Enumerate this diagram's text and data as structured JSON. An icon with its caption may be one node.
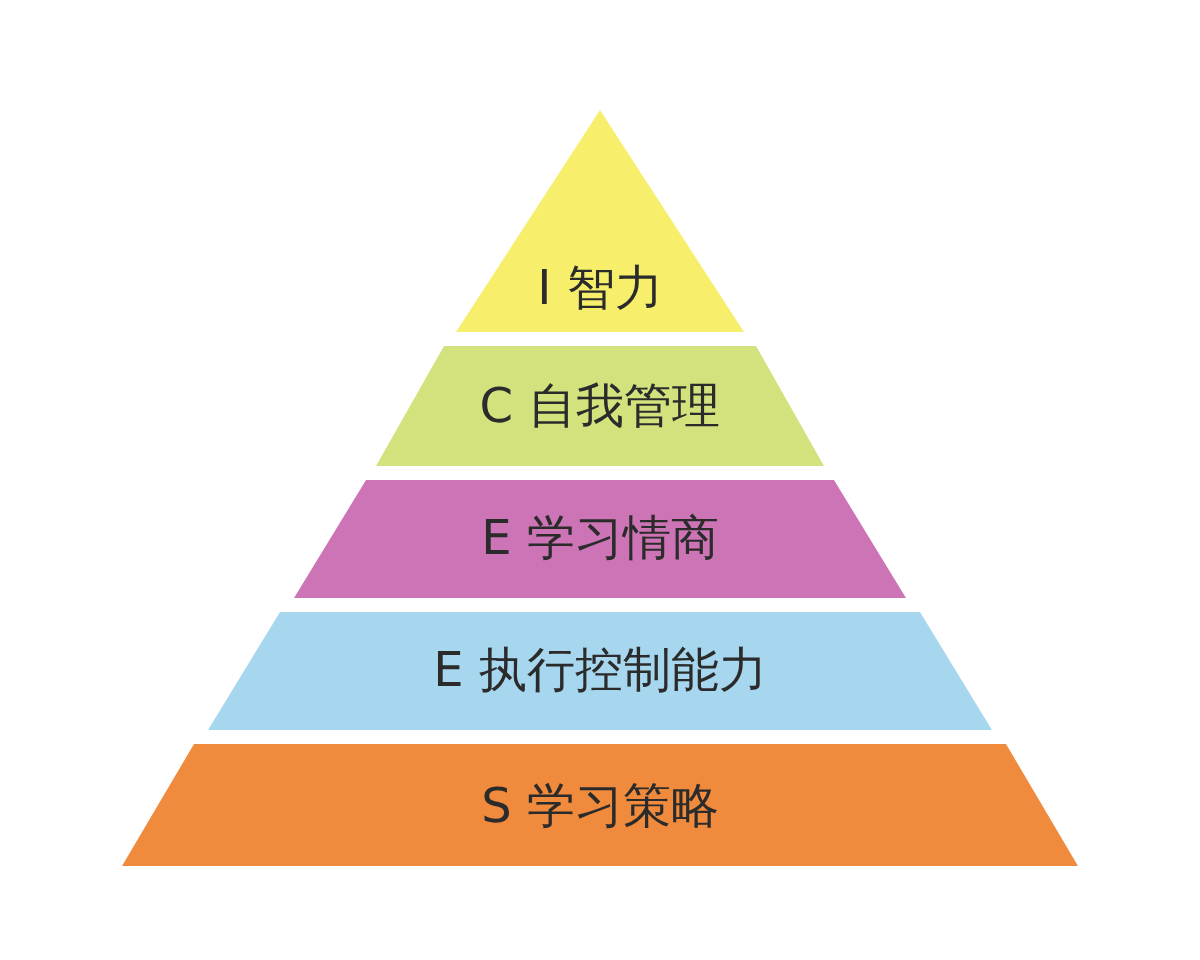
{
  "diagram": {
    "nodes": [
      {
        "text": [
          "I 智力"
        ]
      },
      {
        "text": [
          "C 自我管理"
        ]
      },
      {
        "text": [
          "E 学习情商"
        ]
      },
      {
        "text": [
          "E 执行控制能力"
        ]
      },
      {
        "text": [
          "S 学习策略"
        ]
      }
    ]
  }
}
